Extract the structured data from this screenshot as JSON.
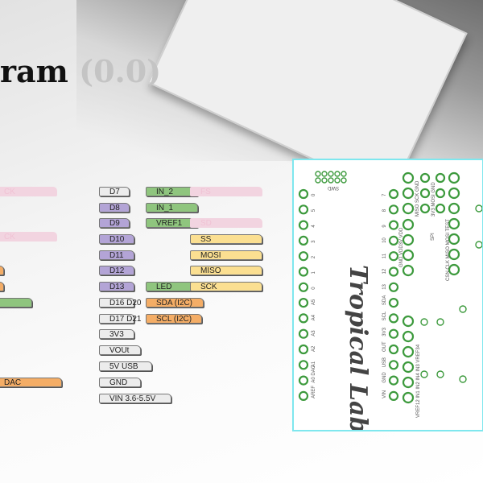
{
  "title": {
    "text": "ram",
    "version": "(0.0)"
  },
  "left_column": [
    {
      "label": "CK",
      "color": "pink"
    },
    {
      "label": "CK",
      "color": "pink"
    },
    {
      "label": "",
      "color": "orange"
    },
    {
      "label": "",
      "color": "orange"
    },
    {
      "label": "",
      "color": "green"
    },
    {
      "label": "DAC",
      "color": "orange"
    }
  ],
  "pins": [
    "D7",
    "D8",
    "D9",
    "D10",
    "D11",
    "D12",
    "D13",
    "D16 D20",
    "D17 D21",
    "3V3",
    "VOUt",
    "5V USB",
    "GND",
    "VIN 3.6-5.5V"
  ],
  "functions": [
    "IN_2",
    "IN_1",
    "VREF1",
    "LED",
    "SDA (I2C)",
    "SCL (I2C)"
  ],
  "spi": [
    "FS",
    "SD",
    "SS",
    "MOSI",
    "MISO",
    "SCK"
  ],
  "board": {
    "logo": "Tropical Labs",
    "left_pins": [
      "0",
      "5",
      "4",
      "3",
      "2",
      "1",
      "0",
      "A5",
      "A4",
      "A3",
      "A2",
      "A1",
      "A0 DAC",
      "AREF"
    ],
    "mid_pins": [
      "7",
      "8",
      "9",
      "10",
      "11",
      "12",
      "13",
      "SDA",
      "SCL",
      "3V3",
      "OUT",
      "USB",
      "GND",
      "VIN"
    ],
    "labels": [
      "SWD",
      "SPI",
      "MISO SCK GND",
      "3V3 MOSI GND",
      "CSN CLK MISO MOSI TEST",
      "GND VDD3V VDD",
      "VREF12 IN1 IN2 IN4 IN3 VREF34"
    ]
  },
  "colors": {
    "purple": "#b3a4d6",
    "green": "#8fc57e",
    "orange": "#f4ad66",
    "yellow": "#fbdf91",
    "gray": "#ececec",
    "pink": "#f2d4e0",
    "board_border": "#7fe7ee",
    "pad": "#3d9a3d"
  }
}
